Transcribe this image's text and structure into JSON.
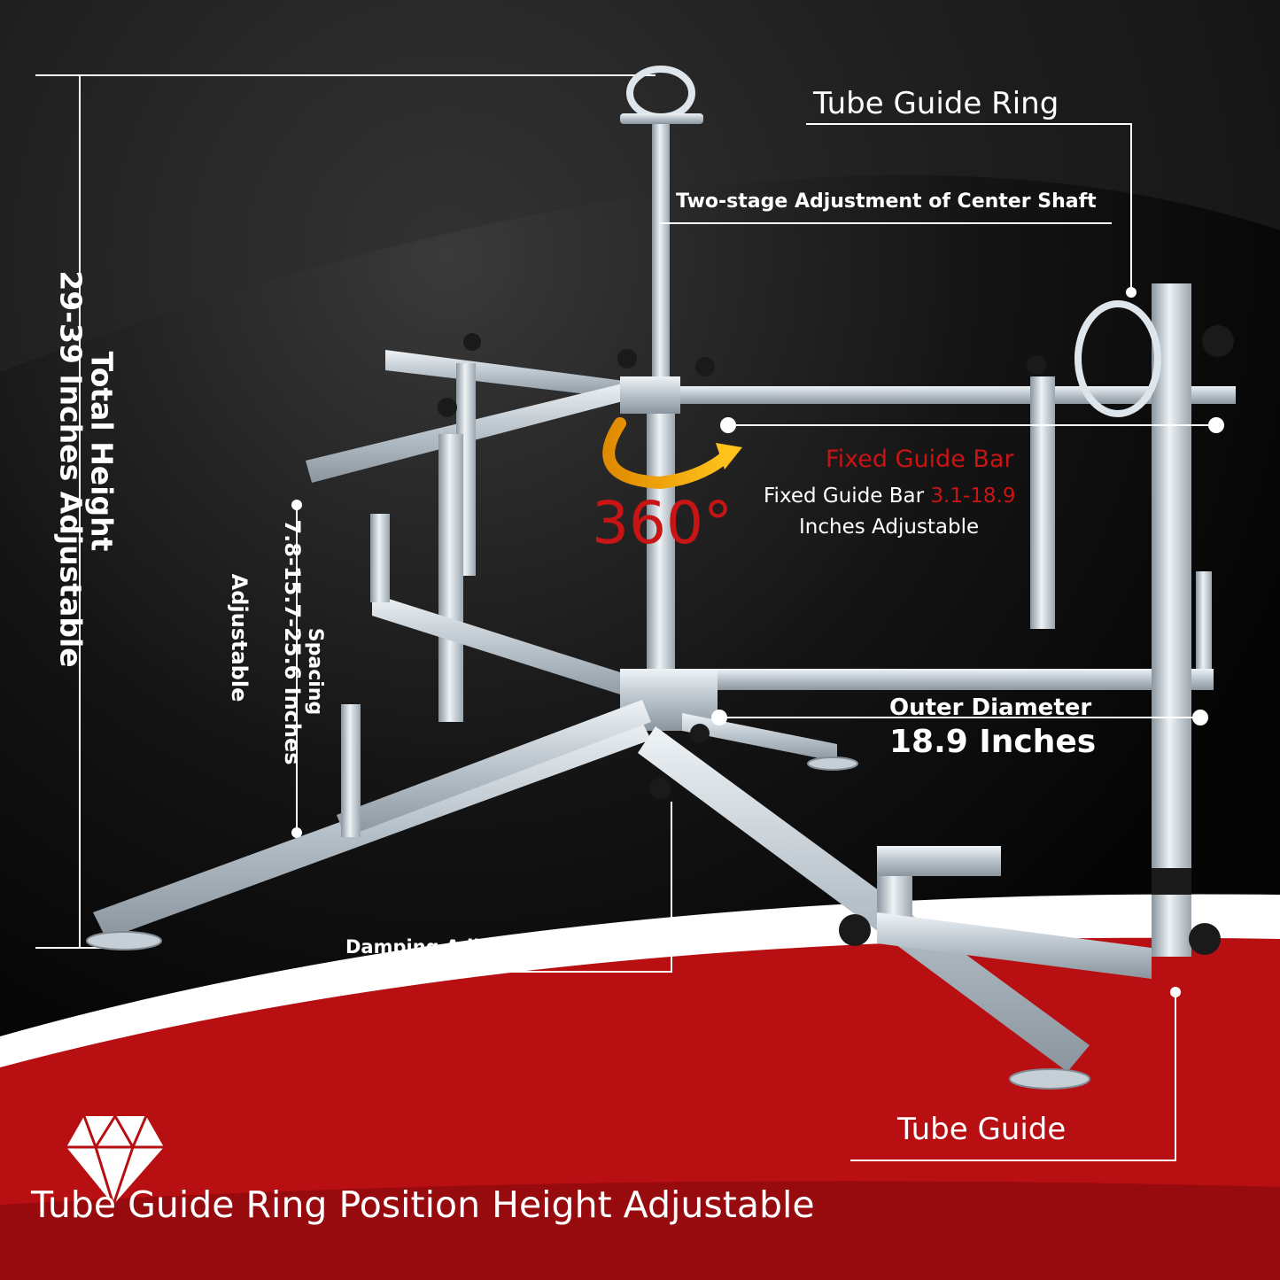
{
  "labels": {
    "tube_guide_ring": "Tube Guide Ring",
    "center_shaft": "Two-stage Adjustment of Center Shaft",
    "total_height_title": "Total Height",
    "total_height_value": "29-39 Inches Adjustable",
    "spacing_title": "Spacing",
    "spacing_value": "7.8-15.7-25.6 Inches",
    "spacing_adj": "Adjustable",
    "rotation": "360°",
    "fixed_bar_title": "Fixed Guide Bar",
    "fixed_bar_prefix": "Fixed Guide Bar ",
    "fixed_bar_range": "3.1-18.9",
    "fixed_bar_adj": "Inches Adjustable",
    "outer_diameter_title": "Outer Diameter",
    "outer_diameter_value": "18.9 Inches",
    "damping_knob": "Damping Adjustment Knob",
    "tube_guide": "Tube Guide",
    "banner": "Tube Guide Ring Position Height Adjustable"
  },
  "colors": {
    "background": "#0a0a0a",
    "accent_red": "#c81414",
    "banner_red": "#b70f12",
    "steel": "#c9d2d9",
    "text_white": "#ffffff"
  },
  "icons": {
    "banner_icon": "diamond-icon",
    "rotation_arrow": "curved-arrow-icon"
  }
}
